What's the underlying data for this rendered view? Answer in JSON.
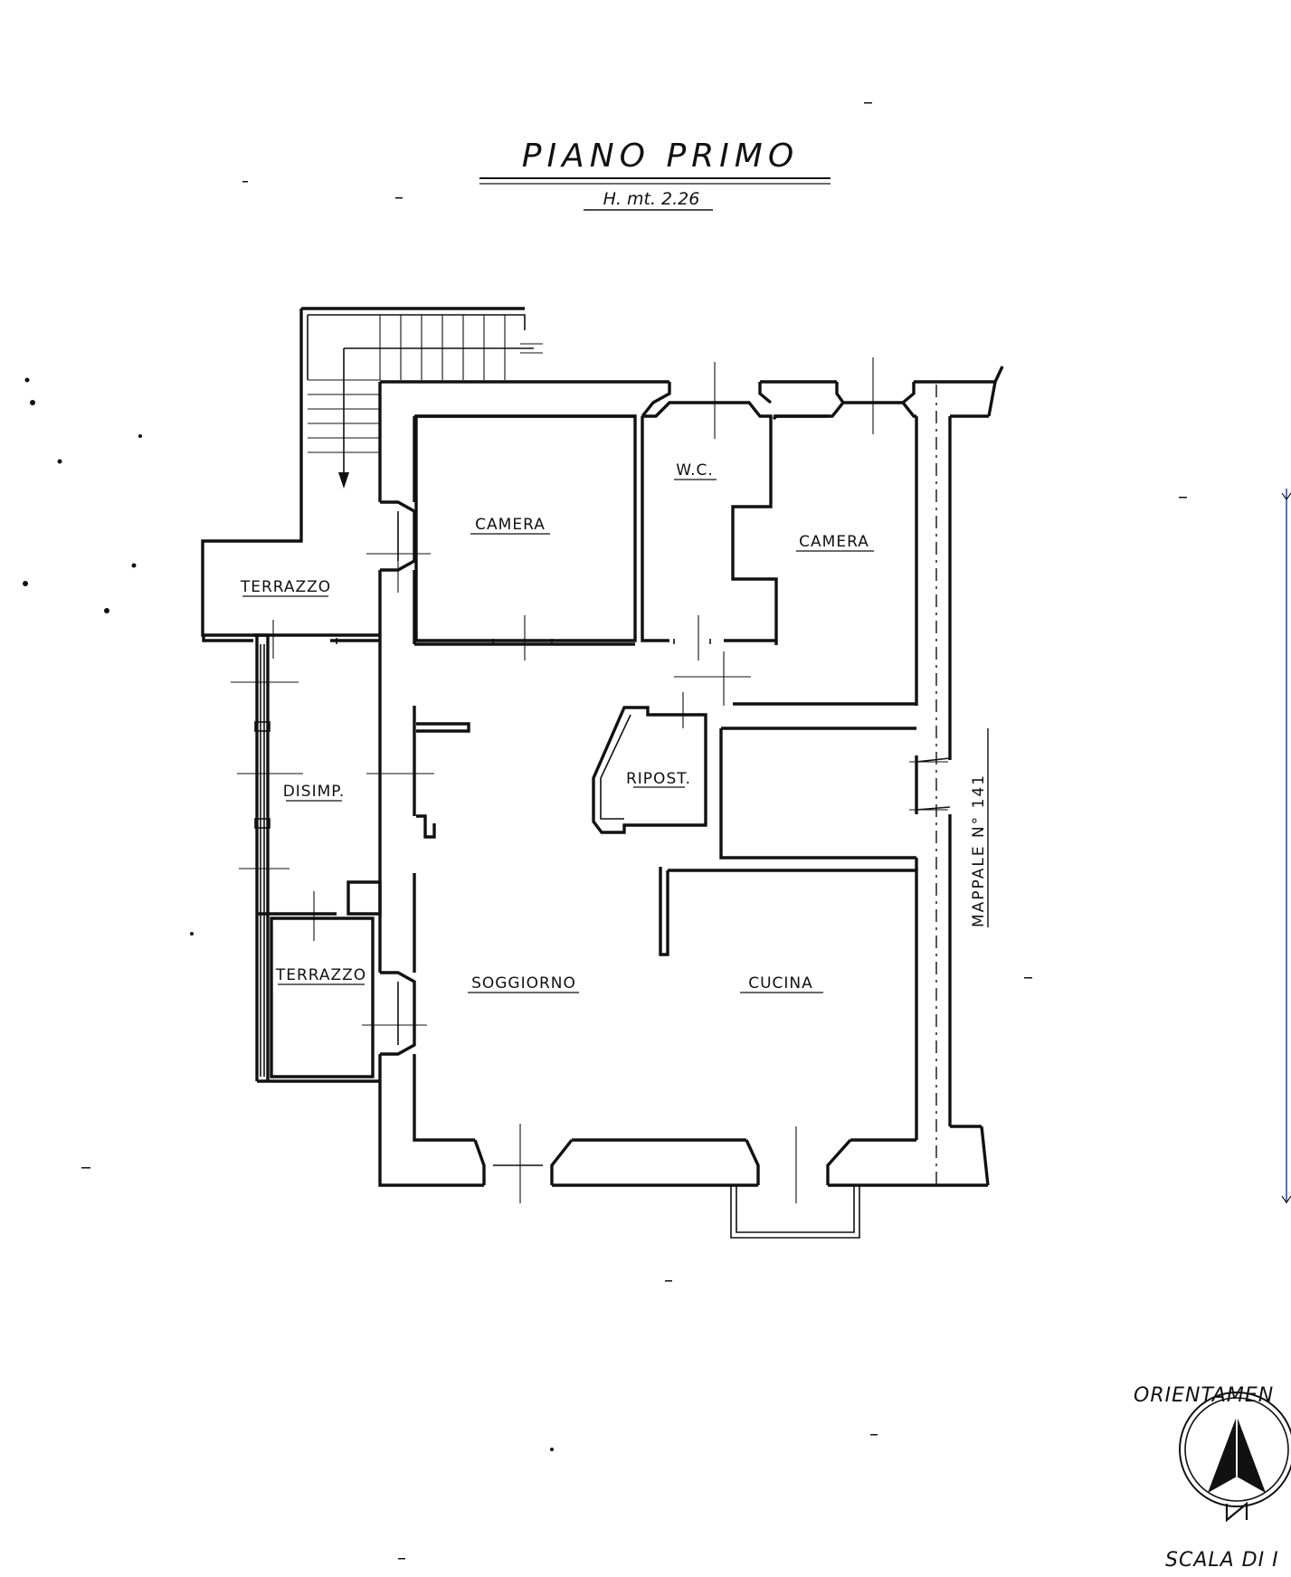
{
  "title": "PIANO PRIMO",
  "height_note": "H. mt. 2.26",
  "rooms": {
    "camera_left": "CAMERA",
    "wc": "W.C.",
    "camera_right": "CAMERA",
    "terrazzo_top": "TERRAZZO",
    "disimp": "DISIMP.",
    "riposto": "RIPOST.",
    "terrazzo_bottom": "TERRAZZO",
    "soggiorno": "SOGGIORNO",
    "cucina": "CUCINA"
  },
  "mappale": "MAPPALE N° 141",
  "orientation_label": "ORIENTAMEN",
  "scale_label": "SCALA DI I",
  "icons": {
    "north_arrow": "north-arrow-icon"
  },
  "colors": {
    "ink": "#111111",
    "paper": "#ffffff",
    "margin_line": "#2a4fb0"
  }
}
